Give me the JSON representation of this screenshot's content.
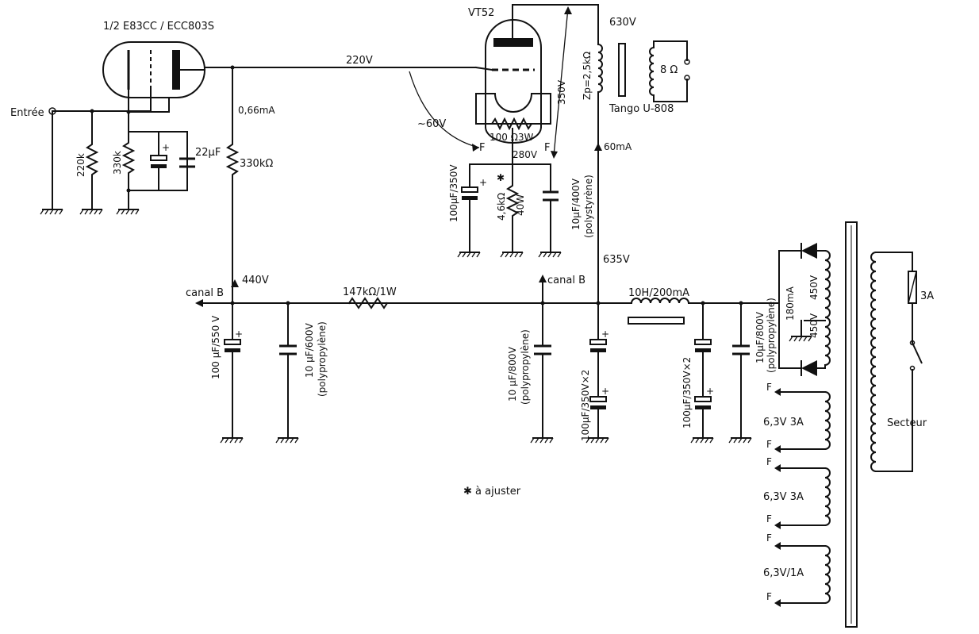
{
  "tubes": {
    "driver": "1/2  E83CC / ECC803S",
    "output": "VT52"
  },
  "labels": {
    "entree": "Entrée",
    "v220": "220V",
    "ma066": "0,66mA",
    "r220k": "220k",
    "r330k": "330k",
    "c22": "22μF",
    "r330kohm": "330kΩ",
    "neg60": "~60V",
    "v350": "350V",
    "v630": "630V",
    "zp": "Zp=2,5kΩ",
    "ohm8": "8 Ω",
    "tango": "Tango U-808",
    "fil100": "100 Ω3W",
    "f_left": "F",
    "f_right": "F",
    "v280": "280V",
    "ma60": "60mA",
    "c100_350": "100μF/350V",
    "r46k_a": "4,6kΩ",
    "r46k_b": "40W",
    "star": "✱",
    "c10_400_a": "10μF/400V",
    "c10_400_b": "(polystyrène)",
    "v635": "635V",
    "canalb_left": "canal B",
    "v440": "440V",
    "r147k": "147kΩ/1W",
    "canalb_mid": "canal B",
    "choke": "10H/200mA",
    "c100_550": "100 μF/550 V",
    "c10_600_a": "10 μF/600V",
    "c10_600_b": "(polypropylène)",
    "c10_800_a": "10 μF/800V",
    "c10_800_b": "(polypropylène)",
    "c100_350x2": "100μF/350V×2",
    "c100_350x2b": "100μF/350V×2",
    "c10_800r_a": "10μF/800V",
    "c10_800r_b": "(polypropylène)",
    "ma180": "180mA",
    "v450a": "450V",
    "v450b": "450V",
    "fuse": "3A",
    "secteur": "Secteur",
    "h1": "6,3V 3A",
    "h2": "6,3V 3A",
    "h3": "6,3V/1A",
    "fa": "F",
    "fb": "F",
    "fc": "F",
    "fd": "F",
    "fe": "F",
    "ff": "F",
    "note": "✱ à ajuster"
  }
}
